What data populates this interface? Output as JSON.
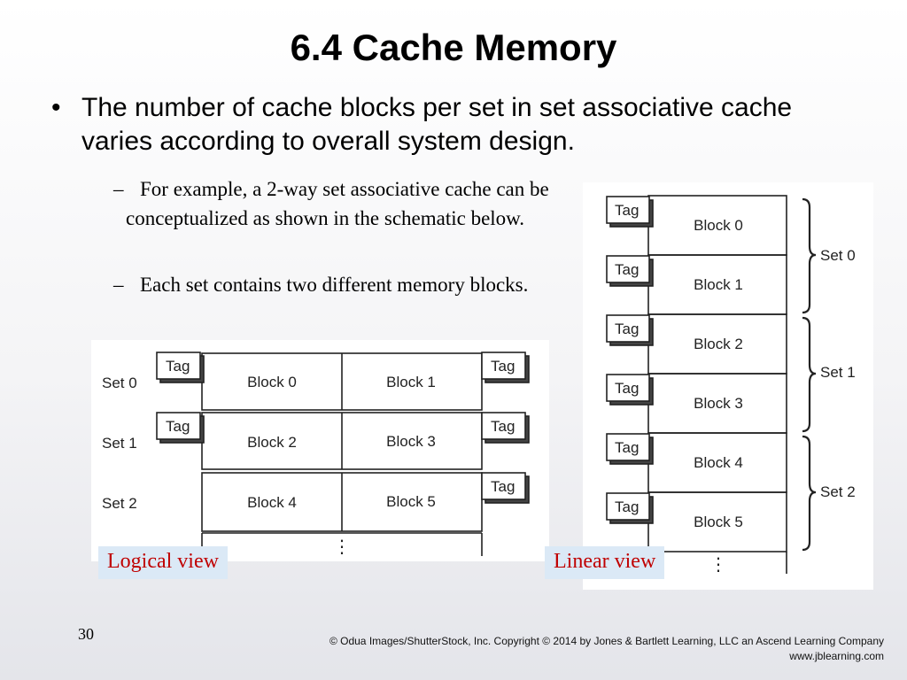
{
  "slide": {
    "title": "6.4 Cache Memory",
    "bullet": {
      "marker": "•",
      "text": "The number of cache blocks per set in set associative cache varies according to overall system design."
    },
    "sub_bullets": [
      {
        "marker": "–",
        "text": "For example, a 2-way set associative cache can be conceptualized as shown in the schematic below."
      },
      {
        "marker": "–",
        "text": "Each set contains two different memory blocks."
      }
    ],
    "logical_view": {
      "caption": "Logical view",
      "tag_label": "Tag",
      "sets": [
        {
          "label": "Set 0",
          "blocks": [
            "Block 0",
            "Block 1"
          ]
        },
        {
          "label": "Set 1",
          "blocks": [
            "Block 2",
            "Block 3"
          ]
        },
        {
          "label": "Set 2",
          "blocks": [
            "Block 4",
            "Block 5"
          ]
        }
      ],
      "ellipsis": "⋮"
    },
    "linear_view": {
      "caption": "Linear view",
      "tag_label": "Tag",
      "blocks": [
        "Block 0",
        "Block 1",
        "Block 2",
        "Block 3",
        "Block 4",
        "Block 5"
      ],
      "sets": [
        "Set 0",
        "Set 1",
        "Set 2"
      ],
      "ellipsis": "⋮"
    },
    "page_number": "30",
    "copyright_line1": "© Odua Images/ShutterStock, Inc. Copyright © 2014 by Jones & Bartlett Learning, LLC an Ascend Learning Company",
    "copyright_line2": "www.jblearning.com"
  }
}
